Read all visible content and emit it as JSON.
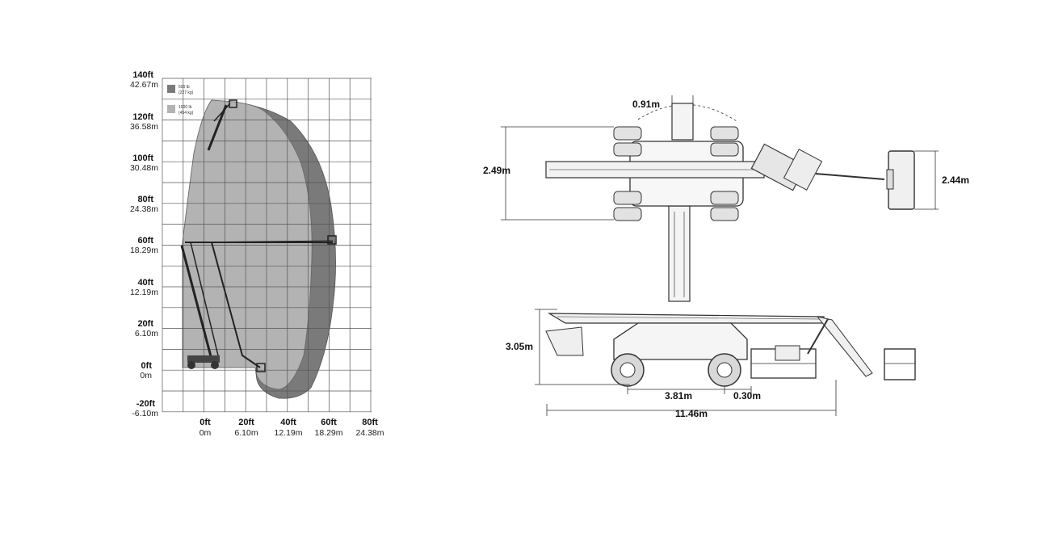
{
  "range_chart": {
    "y_ticks": [
      {
        "ft": "140ft",
        "m": "42.67m"
      },
      {
        "ft": "120ft",
        "m": "36.58m"
      },
      {
        "ft": "100ft",
        "m": "30.48m"
      },
      {
        "ft": "80ft",
        "m": "24.38m"
      },
      {
        "ft": "60ft",
        "m": "18.29m"
      },
      {
        "ft": "40ft",
        "m": "12.19m"
      },
      {
        "ft": "20ft",
        "m": "6.10m"
      },
      {
        "ft": "0ft",
        "m": "0m"
      },
      {
        "ft": "-20ft",
        "m": "-6.10m"
      }
    ],
    "x_ticks": [
      {
        "ft": "0ft",
        "m": "0m"
      },
      {
        "ft": "20ft",
        "m": "6.10m"
      },
      {
        "ft": "40ft",
        "m": "12.19m"
      },
      {
        "ft": "60ft",
        "m": "18.29m"
      },
      {
        "ft": "80ft",
        "m": "24.38m"
      }
    ],
    "legend": [
      {
        "line1": "500 lb",
        "line2": "(227 kg)",
        "color": "#7a7a7a"
      },
      {
        "line1": "1000 lb",
        "line2": "(454 kg)",
        "color": "#b3b3b3"
      }
    ]
  },
  "dimensions": {
    "top_reach": "0.91m",
    "width": "2.49m",
    "platform_width": "2.44m",
    "stowed_height": "3.05m",
    "wheelbase": "3.81m",
    "rear_overhang": "0.30m",
    "stowed_length": "11.46m"
  }
}
